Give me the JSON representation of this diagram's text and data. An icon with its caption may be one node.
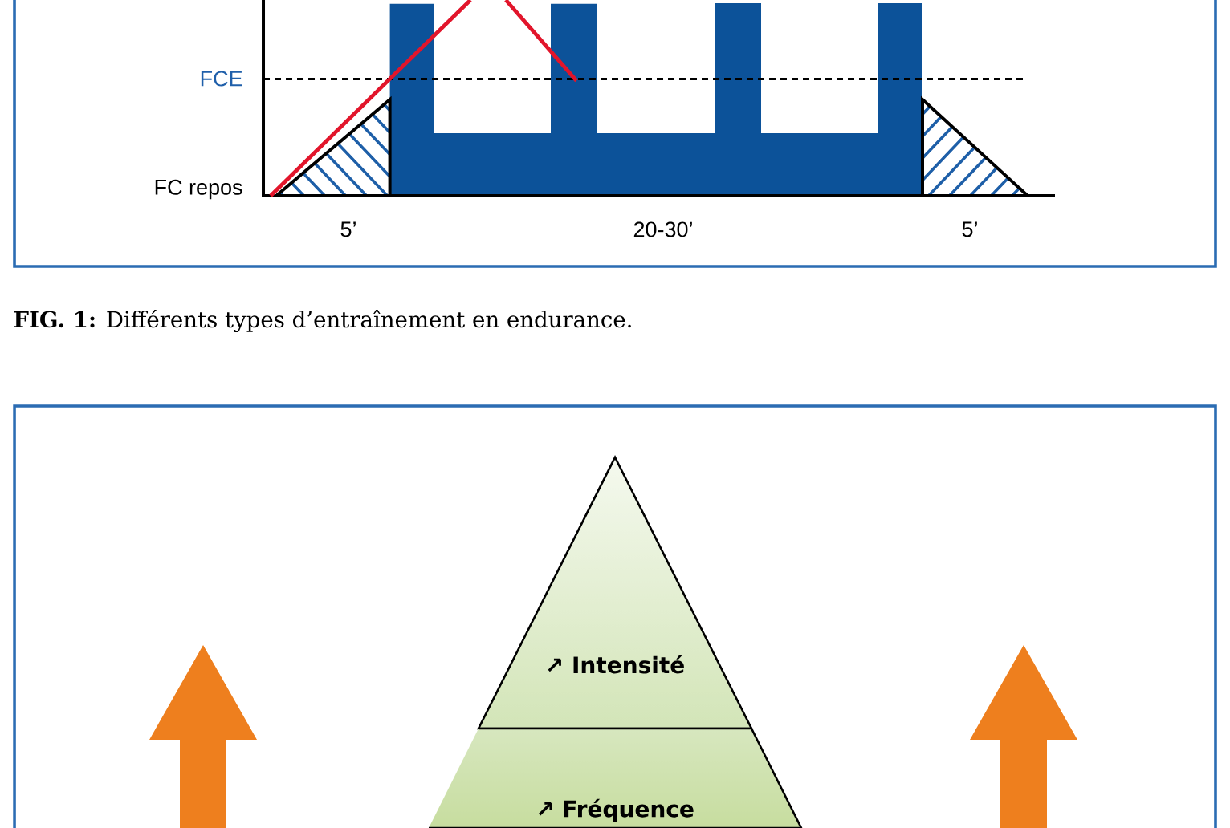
{
  "diagram": {
    "caption": "**FIG. 1:** Différents types d’entraînement en endurance.",
    "nodes": [
      {
        "text": [
          "↗ Intensité"
        ]
      },
      {
        "text": [
          "↗ Fréquence"
        ]
      }
    ],
    "labels": [
      "FCE",
      "FC repos",
      "5’",
      "20-30’",
      "5’"
    ]
  }
}
